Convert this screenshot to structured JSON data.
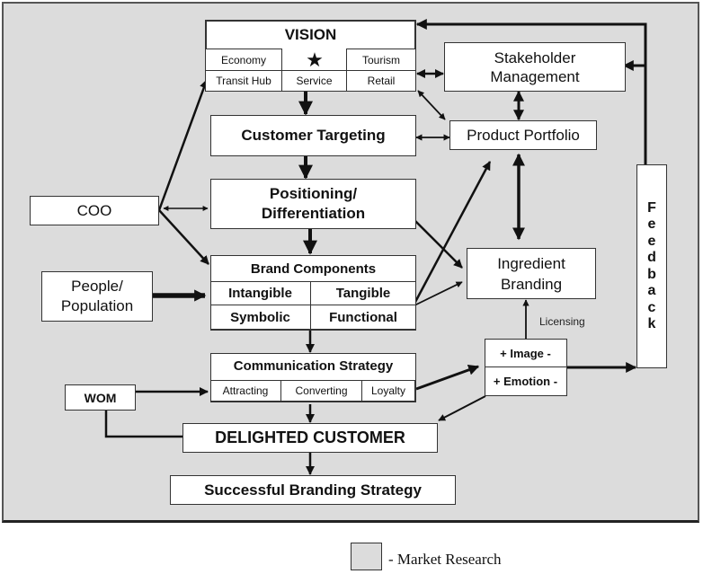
{
  "diagram": {
    "vision": {
      "title": "VISION",
      "star_icon": "★",
      "cells": [
        "Economy",
        "Tourism",
        "Transit Hub",
        "Service",
        "Retail"
      ]
    },
    "stakeholder": "Stakeholder Management",
    "stakeholder_lines": [
      "Stakeholder",
      "Management"
    ],
    "customer_targeting": "Customer Targeting",
    "product_portfolio": "Product Portfolio",
    "coo": "COO",
    "positioning_lines": [
      "Positioning/",
      "Differentiation"
    ],
    "ingredient_lines": [
      "Ingredient",
      "Branding"
    ],
    "people_lines": [
      "People/",
      "Population"
    ],
    "brand_components": {
      "title": "Brand Components",
      "cells": [
        "Intangible",
        "Tangible",
        "Symbolic",
        "Functional"
      ]
    },
    "licensing": "Licensing",
    "image": "+ Image -",
    "emotion": "+ Emotion -",
    "feedback_letters": [
      "F",
      "e",
      "e",
      "d",
      "b",
      "a",
      "c",
      "k"
    ],
    "communication": {
      "title": "Communication Strategy",
      "cells": [
        "Attracting",
        "Converting",
        "Loyalty"
      ]
    },
    "wom": "WOM",
    "delighted": "DELIGHTED CUSTOMER",
    "successful": "Successful Branding Strategy"
  },
  "legend": {
    "label": "- Market Research",
    "swatch_color": "#dcdcdc"
  }
}
